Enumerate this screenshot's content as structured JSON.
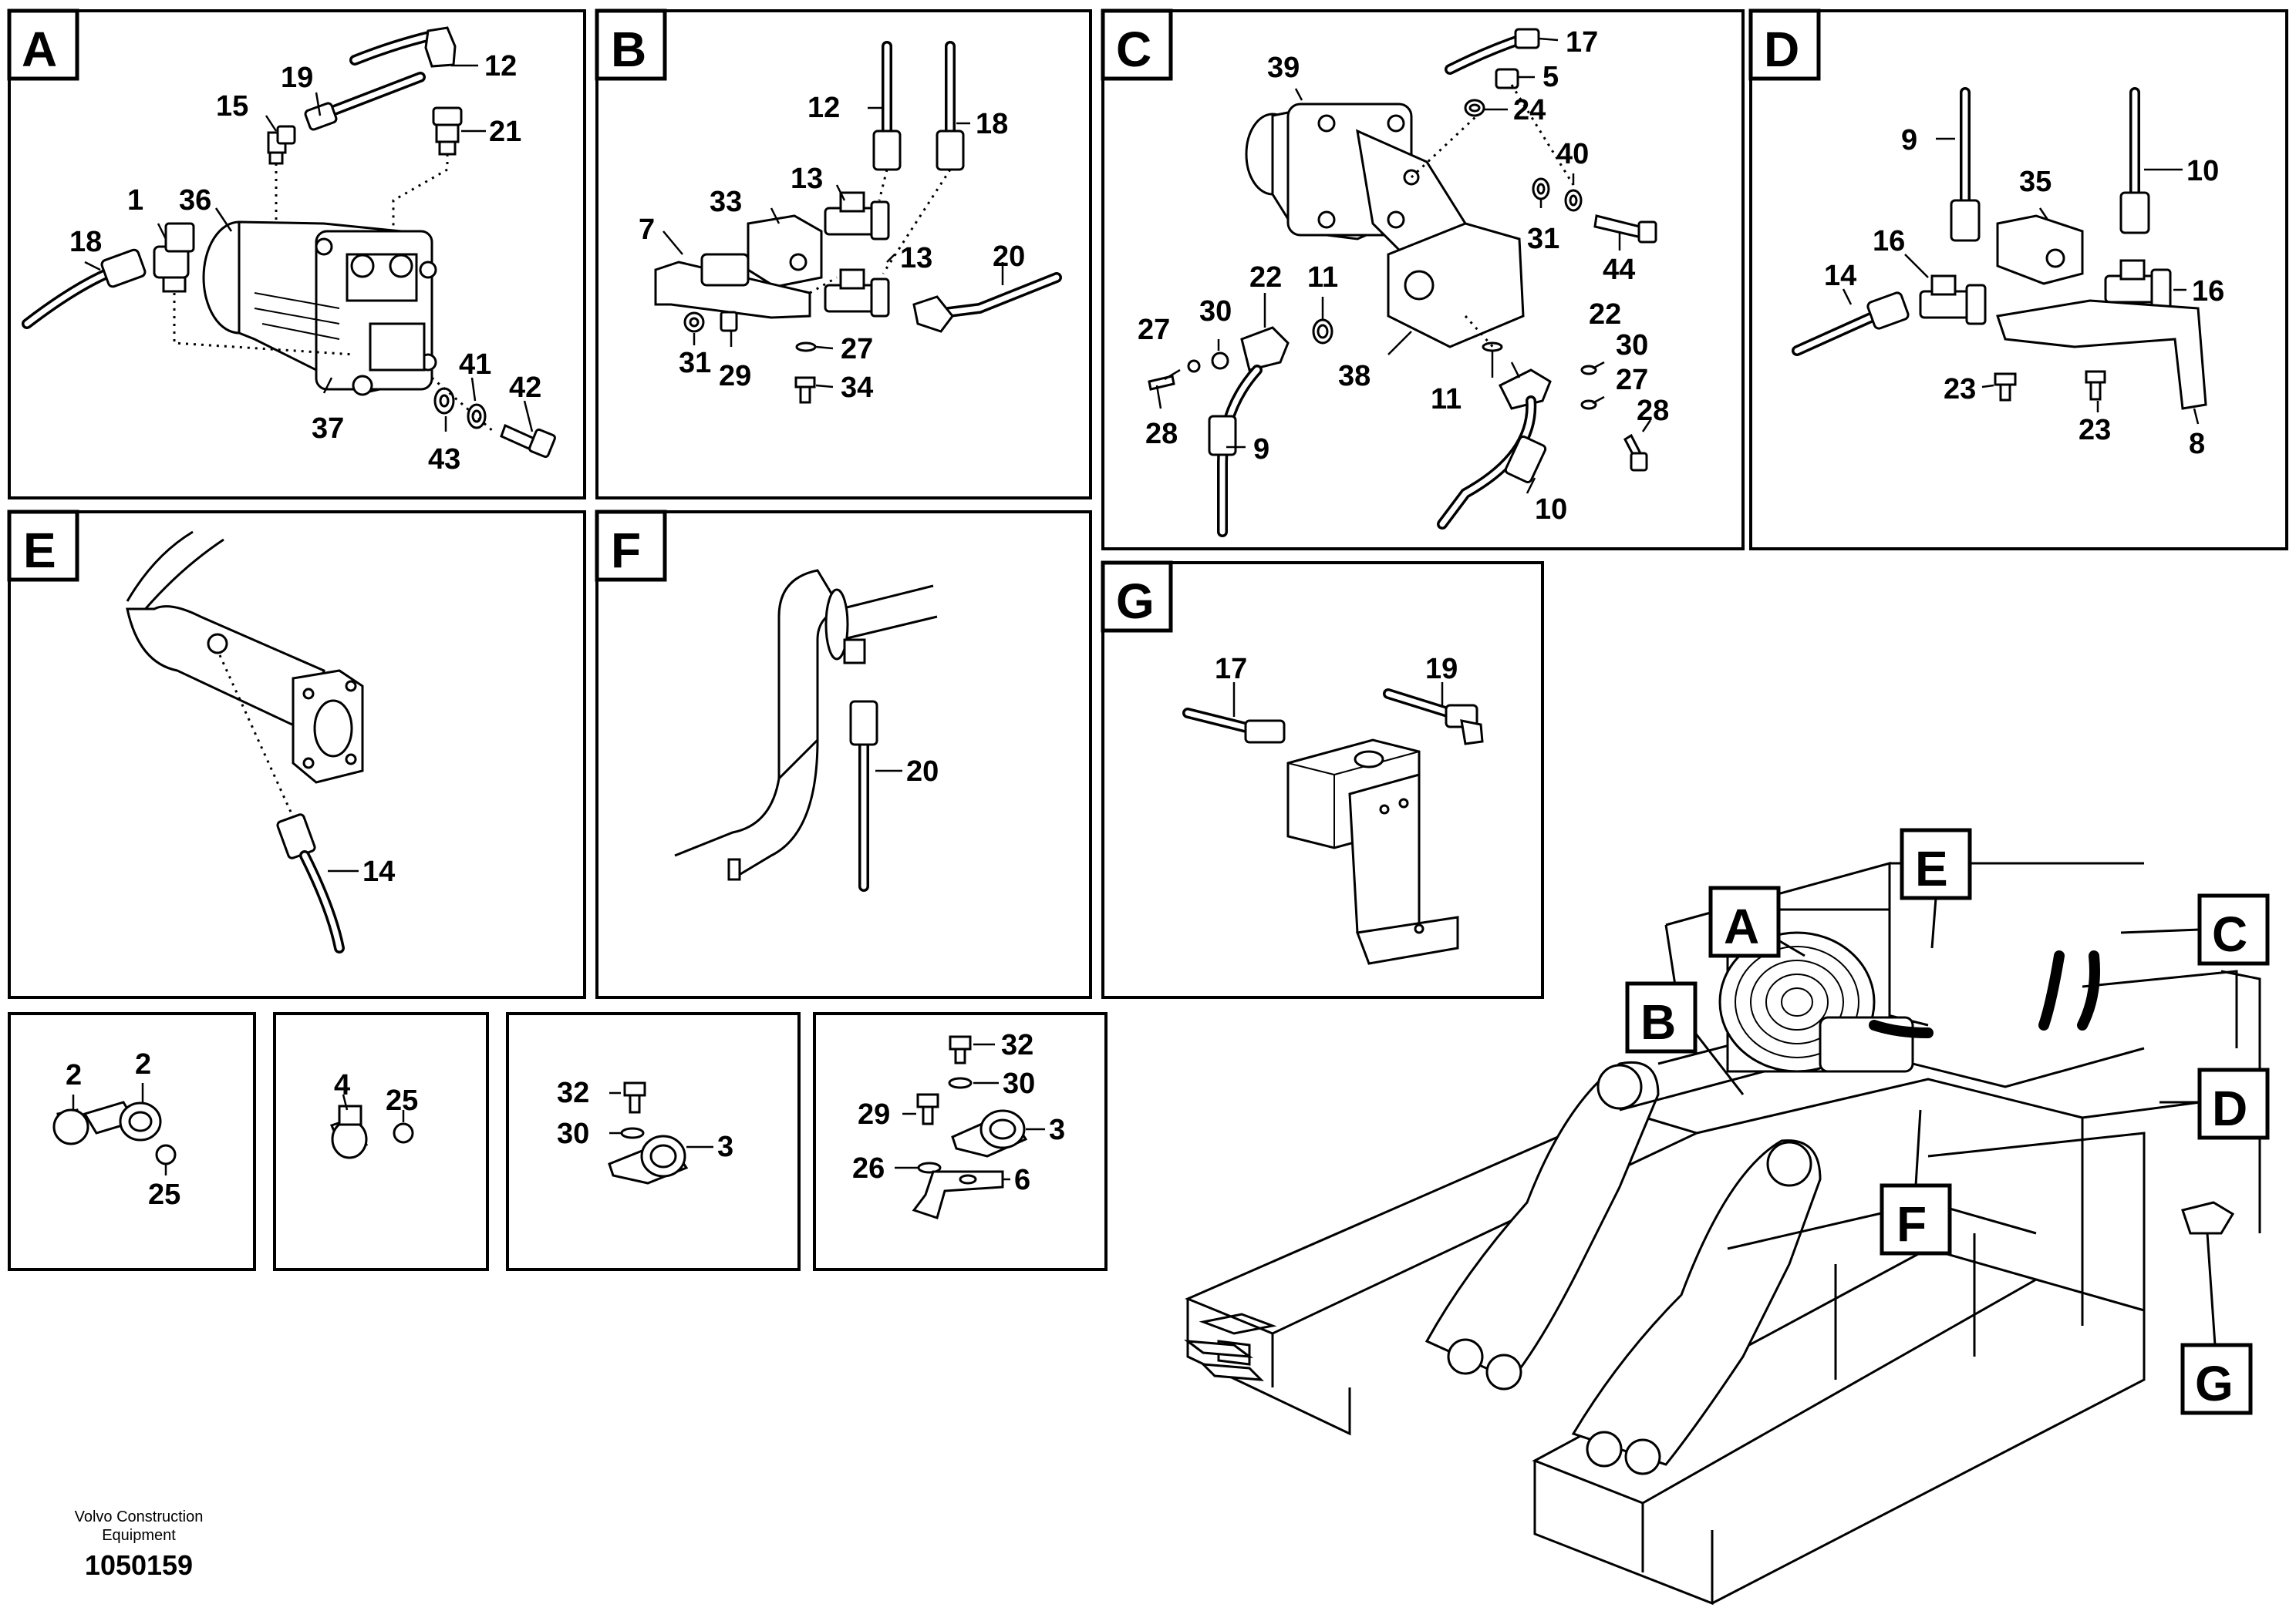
{
  "panels": {
    "A": {
      "letter": "A",
      "labels": [
        "12",
        "19",
        "15",
        "21",
        "1",
        "36",
        "18",
        "41",
        "42",
        "43",
        "37"
      ]
    },
    "B": {
      "letter": "B",
      "labels": [
        "12",
        "18",
        "13",
        "33",
        "7",
        "13",
        "20",
        "31",
        "29",
        "27",
        "34"
      ]
    },
    "C": {
      "letter": "C",
      "labels": [
        "17",
        "39",
        "5",
        "24",
        "40",
        "31",
        "44",
        "22",
        "11",
        "27",
        "30",
        "38",
        "22",
        "30",
        "27",
        "11",
        "28",
        "9",
        "28",
        "10"
      ]
    },
    "D": {
      "letter": "D",
      "labels": [
        "9",
        "10",
        "35",
        "16",
        "14",
        "16",
        "23",
        "23",
        "8"
      ]
    },
    "E": {
      "letter": "E",
      "labels": [
        "14"
      ]
    },
    "F": {
      "letter": "F",
      "labels": [
        "20"
      ]
    },
    "G": {
      "letter": "G",
      "labels": [
        "17",
        "19"
      ]
    },
    "S1": {
      "labels": [
        "2",
        "2",
        "25"
      ]
    },
    "S2": {
      "labels": [
        "4",
        "25"
      ]
    },
    "S3": {
      "labels": [
        "32",
        "30",
        "3"
      ]
    },
    "S4": {
      "labels": [
        "32",
        "30",
        "29",
        "3",
        "26",
        "6"
      ]
    }
  },
  "overview": {
    "callouts": [
      "A",
      "E",
      "C",
      "B",
      "D",
      "F",
      "G"
    ]
  },
  "footer": {
    "company_line1": "Volvo Construction",
    "company_line2": "Equipment",
    "drawing_number": "1050159"
  }
}
